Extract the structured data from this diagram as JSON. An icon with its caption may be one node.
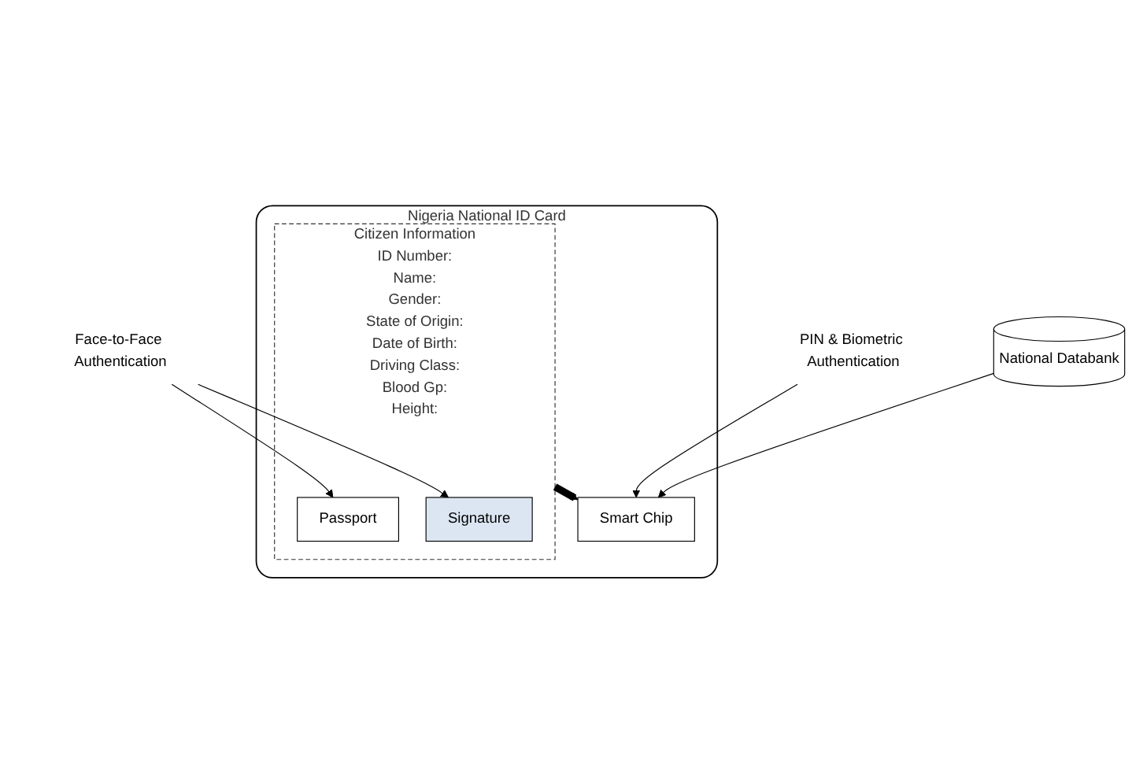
{
  "diagram": {
    "nodes": [
      {
        "text": [
          "PIN & Biometric Authentication"
        ]
      },
      {
        "text": [
          "Face-to-Face Authentication"
        ]
      },
      {
        "text": [
          "Nigeria National ID Card"
        ]
      },
      {
        "text": [
          "Citizen Information",
          "ID Number:",
          "Name:",
          "Gender:",
          "State of Origin:",
          "Date of Birth:",
          "Driving Class:",
          "Blood Gp:",
          "Height:"
        ],
        "in": 2
      },
      {
        "text": [
          "Smart Chip"
        ],
        "in": 2
      },
      {
        "text": [
          "Passport"
        ],
        "in": 3
      },
      {
        "text": [
          "Signature"
        ],
        "in": 3
      },
      {
        "text": [
          "National Databank"
        ]
      }
    ],
    "edges": [
      {
        "from": 0,
        "to": 4,
        "arrow": "to"
      },
      {
        "from": 1,
        "to": 5,
        "arrow": "to"
      },
      {
        "from": 1,
        "to": 6,
        "arrow": "to"
      },
      {
        "from": 7,
        "to": 4,
        "arrow": "to"
      },
      {
        "from": 3,
        "to": 4,
        "arrow": "to",
        "style": "thick"
      }
    ]
  }
}
